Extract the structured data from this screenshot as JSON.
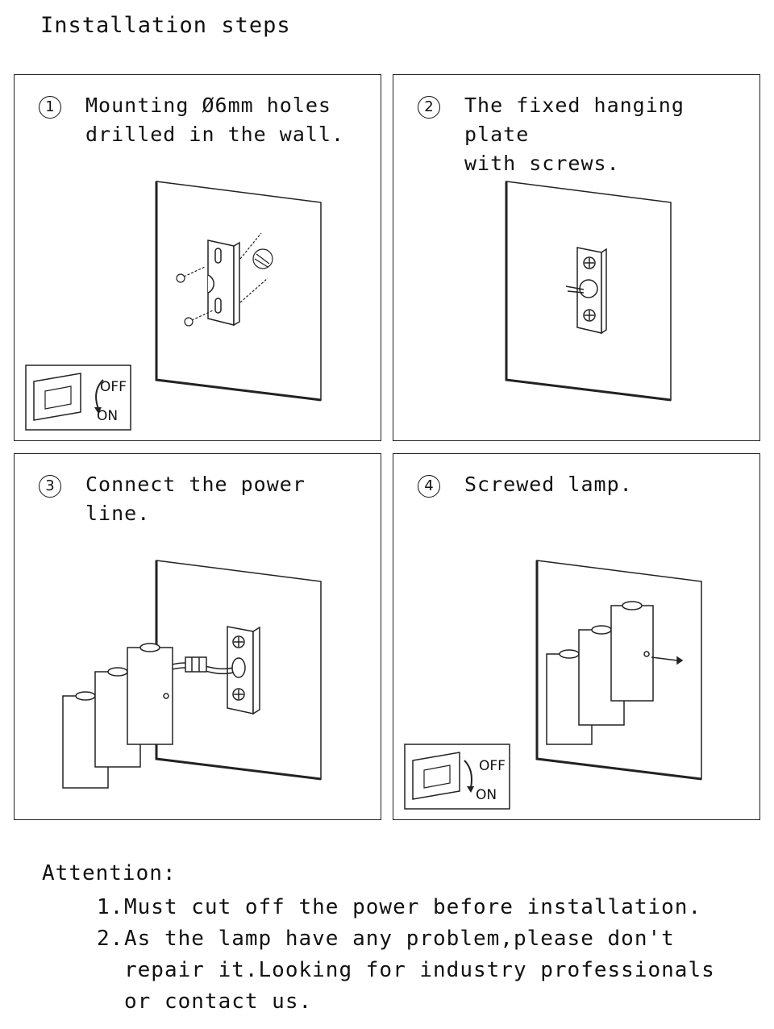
{
  "title": "Installation steps",
  "steps": [
    {
      "number": "1",
      "text": "Mounting Ø6mm holes\ndrilled in the wall."
    },
    {
      "number": "2",
      "text": "The fixed hanging plate\nwith screws."
    },
    {
      "number": "3",
      "text": "Connect the power line."
    },
    {
      "number": "4",
      "text": "Screwed lamp."
    }
  ],
  "switch": {
    "off_label": "OFF",
    "on_label": "ON"
  },
  "attention": {
    "heading": "Attention:",
    "items": [
      {
        "number": "1.",
        "text": "Must cut off the power before installation."
      },
      {
        "number": "2.",
        "text": "As the lamp have any problem,please don't repair it.Looking for industry professionals or contact us."
      }
    ]
  }
}
